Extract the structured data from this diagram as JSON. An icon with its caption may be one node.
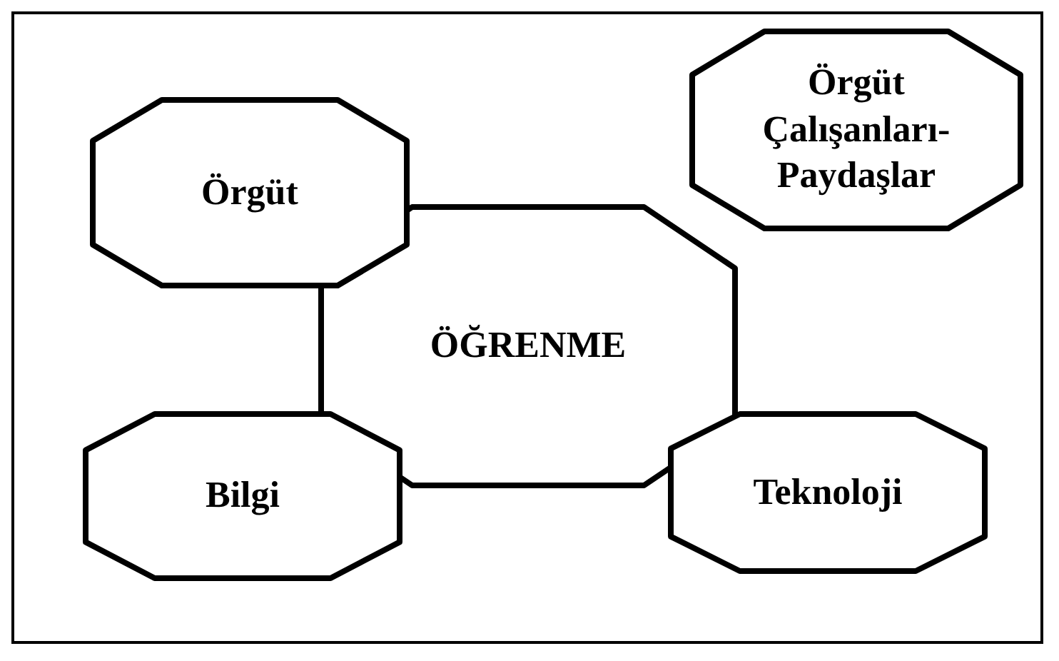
{
  "diagram": {
    "nodes": [
      {
        "text": [
          "Örgüt"
        ]
      },
      {
        "text": [
          "Örgüt Çalışanları- Paydaşlar"
        ]
      },
      {
        "text": [
          "ÖĞRENME"
        ]
      },
      {
        "text": [
          "Bilgi"
        ]
      },
      {
        "text": [
          "Teknoloji"
        ]
      }
    ]
  }
}
